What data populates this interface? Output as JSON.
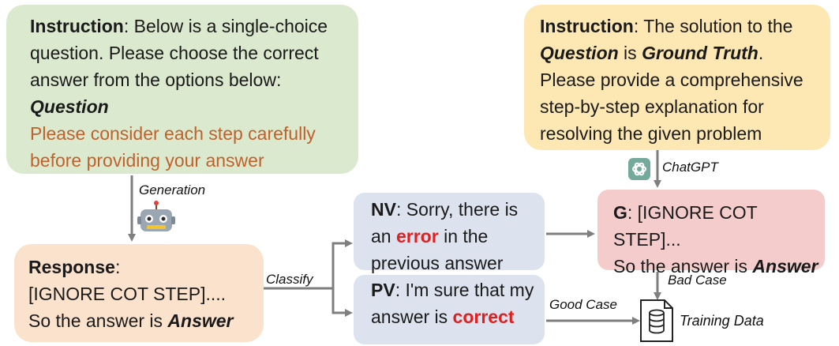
{
  "instruction_box": {
    "label": "Instruction",
    "text_1": ": Below is a single-choice question. Please choose the correct answer from the options below: ",
    "question": "Question",
    "highlight": "Please consider each step carefully before providing your answer"
  },
  "teacher_box": {
    "label": "Instruction",
    "text_1": ": The solution to the ",
    "question": "Question",
    "text_2": " is ",
    "ground_truth": "Ground Truth",
    "text_3": ".",
    "text_4": "Please provide a comprehensive step-by-step explanation for resolving the given problem"
  },
  "response_box": {
    "label": "Response",
    "colon": ":",
    "line_1": "[IGNORE COT STEP]....",
    "line_2": "So the answer is ",
    "answer": "Answer"
  },
  "nv_box": {
    "label": "NV",
    "text_1": ": Sorry, there is an ",
    "error": "error",
    "text_2": " in the previous answer"
  },
  "pv_box": {
    "label": "PV",
    "text_1": ": I'm sure that my answer is ",
    "correct": "correct"
  },
  "g_box": {
    "label": "G",
    "text_1": ": [IGNORE COT STEP]...",
    "line_2": "So the answer is ",
    "answer": "Answer"
  },
  "edge_labels": {
    "generation": "Generation",
    "chatgpt": "ChatGPT",
    "classify": "Classify",
    "bad_case": "Bad Case",
    "good_case": "Good Case",
    "training_data": "Training Data"
  },
  "icons": [
    "robot-icon",
    "chatgpt-logo-icon",
    "database-document-icon"
  ],
  "colors": {
    "instruction_bg": "#dbe9cf",
    "teacher_bg": "#fde8b4",
    "response_bg": "#fbe2cc",
    "verify_bg": "#dce3ef",
    "g_bg": "#f4cccc",
    "highlight_text": "#c0612b",
    "red_text": "#e02020",
    "arrow": "#7f7f7f"
  }
}
